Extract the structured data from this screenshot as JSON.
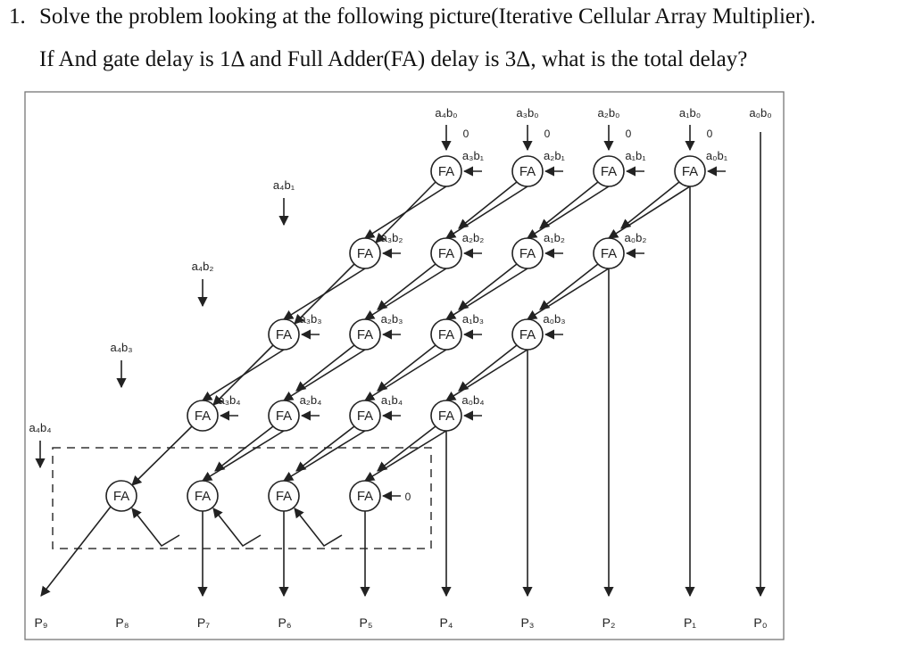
{
  "question": {
    "number": "1.",
    "line1": "Solve the problem looking at the following picture(Iterative Cellular Array Multiplier).",
    "line2": "If And gate delay is 1Δ and Full Adder(FA) delay is 3Δ, what is the total delay?"
  },
  "diagram": {
    "cell_label": "FA",
    "zero_label": "0",
    "top_inputs": [
      "a₄b₀",
      "a₃b₀",
      "a₂b₀",
      "a₁b₀",
      "a₀b₀"
    ],
    "row1_side": [
      "a₃b₁",
      "a₂b₁",
      "a₁b₁",
      "a₀b₁"
    ],
    "row2_side": [
      "a₃b₂",
      "a₂b₂",
      "a₁b₂",
      "a₀b₂"
    ],
    "row3_side": [
      "a₃b₃",
      "a₂b₃",
      "a₁b₃",
      "a₀b₃"
    ],
    "row4_side": [
      "a₃b₄",
      "a₂b₄",
      "a₁b₄",
      "a₀b₄"
    ],
    "left_inputs": [
      "a₄b₁",
      "a₄b₂",
      "a₄b₃",
      "a₄b₄"
    ],
    "outputs": [
      "P₉",
      "P₈",
      "P₇",
      "P₆",
      "P₅",
      "P₄",
      "P₃",
      "P₂",
      "P₁",
      "P₀"
    ]
  }
}
